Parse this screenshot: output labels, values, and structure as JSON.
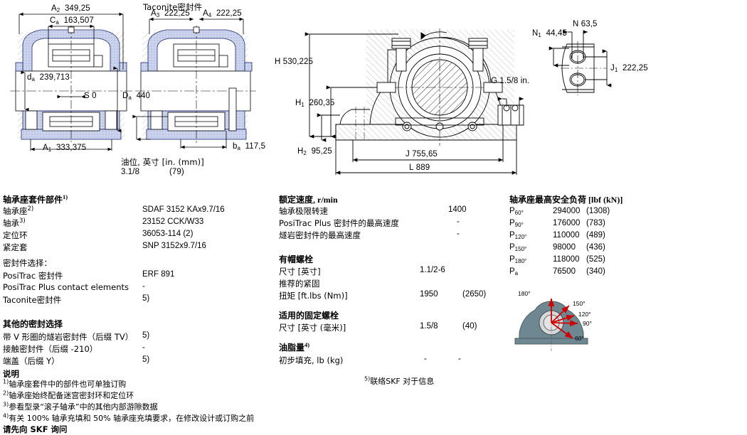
{
  "drawings": {
    "taconite_caption": "Taconite密封件",
    "left_view": {
      "dims": [
        {
          "name": "A2",
          "symbol": "A",
          "subscript": "2",
          "value": "349,25"
        },
        {
          "name": "Ca",
          "symbol": "C",
          "subscript": "a",
          "value": "163,507"
        },
        {
          "name": "da",
          "symbol": "d",
          "subscript": "a",
          "value": "239,713"
        },
        {
          "name": "S",
          "symbol": "S",
          "subscript": "",
          "value": "0"
        },
        {
          "name": "Da",
          "symbol": "D",
          "subscript": "a",
          "value": "440"
        },
        {
          "name": "A1",
          "symbol": "A",
          "subscript": "1",
          "value": "333,375"
        }
      ]
    },
    "middle_view": {
      "dims": [
        {
          "name": "A3",
          "symbol": "A",
          "subscript": "3",
          "value": "222,25"
        },
        {
          "name": "A4",
          "symbol": "A",
          "subscript": "4",
          "value": "222,25"
        },
        {
          "name": "ba",
          "symbol": "b",
          "subscript": "a",
          "value": "117,5"
        }
      ],
      "oil_level_label": "油位, 英寸 [in. (mm)]",
      "oil_level_in": "3.1/8",
      "oil_level_mm": "(79)"
    },
    "right_view": {
      "dims": [
        {
          "name": "H",
          "symbol": "H",
          "subscript": "",
          "value": "530,225"
        },
        {
          "name": "H1",
          "symbol": "H",
          "subscript": "1",
          "value": "260,35"
        },
        {
          "name": "H2",
          "symbol": "H",
          "subscript": "2",
          "value": "95,25"
        },
        {
          "name": "J",
          "symbol": "J",
          "subscript": "",
          "value": "755,65"
        },
        {
          "name": "L",
          "symbol": "L",
          "subscript": "",
          "value": "889"
        },
        {
          "name": "G",
          "symbol": "G",
          "subscript": "",
          "value": "1.5/8 in."
        }
      ]
    },
    "detail_view": {
      "dims": [
        {
          "name": "N1",
          "symbol": "N",
          "subscript": "1",
          "value": "44,45"
        },
        {
          "name": "N",
          "symbol": "N",
          "subscript": "",
          "value": "63,5"
        },
        {
          "name": "J1",
          "symbol": "J",
          "subscript": "1",
          "value": "222,25"
        }
      ]
    }
  },
  "components": {
    "heading": "轴承座套件部件",
    "heading_sup": "1)",
    "rows": [
      {
        "label": "轴承座",
        "sup": "2)",
        "value": "SDAF 3152 KAx9.7/16"
      },
      {
        "label": "轴承",
        "sup": "3)",
        "value": "23152 CCK/W33"
      },
      {
        "label": "定位环",
        "sup": "",
        "value": "36053-114 (2)"
      },
      {
        "label": "紧定套",
        "sup": "",
        "value": "SNP 3152x9.7/16"
      }
    ],
    "seal_choice_label": "密封件选择：",
    "seal_rows": [
      {
        "label": "PosiTrac 密封件",
        "value": "ERF 891"
      },
      {
        "label": "PosiTrac Plus contact elements",
        "value": "-"
      },
      {
        "label": "Taconite密封件",
        "value": "5)"
      }
    ],
    "other_heading": "其他的密封选择",
    "other_rows": [
      {
        "label": "带 V 形圈的燧岩密封件（后缀 TV）",
        "value": "5)"
      },
      {
        "label": "接触密封件（后缀 -210）",
        "value": "-"
      },
      {
        "label": "端盖（后缀 Y）",
        "value": "5)"
      }
    ]
  },
  "speeds": {
    "heading": "额定速度, r/min",
    "rows": [
      {
        "label": "轴承极限转速",
        "value": "1400"
      },
      {
        "label": "PosiTrac Plus 密封件的最高速度",
        "value": "-"
      },
      {
        "label": "燧岩密封件的最高速度",
        "value": "-"
      }
    ]
  },
  "cap_bolts": {
    "heading": "有帽螺栓",
    "size_label": "尺寸 [英寸]",
    "size_value": "1.1/2-6",
    "recommend_label": "推荐的紧固",
    "torque_label": "扭矩 [ft.lbs (Nm)]",
    "torque_value": "1950",
    "torque_value_nm": "(2650)"
  },
  "hold_bolts": {
    "heading": "适用的固定螺栓",
    "size_label": "尺寸 [英寸 (毫米)]",
    "size_value": "1.5/8",
    "size_value_mm": "(40)"
  },
  "grease": {
    "heading": "油脂量",
    "heading_sup": "4)",
    "fill_label": "初步填充, lb (kg)",
    "fill_value": "-",
    "fill_value_kg": "-"
  },
  "loads": {
    "heading": "轴承座最高安全负荷 [lbf (kN)]",
    "rows": [
      {
        "symbol": "P",
        "subscript": "60°",
        "lbf": "294000",
        "kn": "(1308)"
      },
      {
        "symbol": "P",
        "subscript": "90°",
        "lbf": "176000",
        "kn": "(783)"
      },
      {
        "symbol": "P",
        "subscript": "120°",
        "lbf": "110000",
        "kn": "(489)"
      },
      {
        "symbol": "P",
        "subscript": "150°",
        "lbf": "98000",
        "kn": "(436)"
      },
      {
        "symbol": "P",
        "subscript": "180°",
        "lbf": "118000",
        "kn": "(525)"
      },
      {
        "symbol": "P",
        "subscript": "a",
        "lbf": "76500",
        "kn": "(340)"
      }
    ],
    "diagram_angles": [
      "180°",
      "150°",
      "120°",
      "90°",
      "60°"
    ],
    "arrow_color": "#cc0000"
  },
  "notes": {
    "heading": "说明",
    "items": [
      {
        "num": "1)",
        "text": "轴承座套件中的部件也可单独订购"
      },
      {
        "num": "2)",
        "text": "轴承座始终配备迷宫密封环和定位环"
      },
      {
        "num": "3)",
        "text": "参看型录“滚子轴承”中的其他内部游隙数据"
      },
      {
        "num": "4)",
        "text": "有关 100% 轴承充填和 50% 轴承座充填要求，在修改设计或订购之前"
      }
    ],
    "final_line": "请先向 SKF 询问",
    "right_note_num": "5)",
    "right_note_text": "联络SKF 对于信息"
  },
  "colors": {
    "housing_fill": "#ccd3ec",
    "hatch_gray": "#d8d8d8",
    "line": "#000000",
    "accent_red": "#cc0000",
    "diagram_body": "#6f8791"
  }
}
